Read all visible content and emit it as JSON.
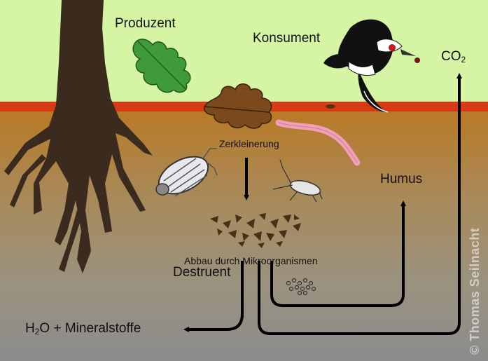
{
  "labels": {
    "produzent": "Produzent",
    "konsument": "Konsument",
    "co2_main": "CO",
    "co2_sub": "2",
    "zerkleinerung": "Zerkleinerung",
    "humus": "Humus",
    "abbau": "Abbau durch Mikroorganismen",
    "destruent": "Destruent",
    "water_h": "H",
    "water_sub": "2",
    "water_rest": "O + Mineralstoffe"
  },
  "credit": "© Thomas Seilnacht",
  "colors": {
    "sky": "#d5f5a4",
    "soil_band": "#d83a18",
    "soil_top": "#b97c2b",
    "soil_bottom": "#8a8a8a",
    "arrow": "#000000",
    "leaf_green": "#3f9a3a",
    "leaf_brown": "#7a4a1e",
    "worm": "#f2a0b8"
  },
  "icons": [
    "tree-root-icon",
    "green-oak-leaf-icon",
    "brown-oak-leaf-icon",
    "woodpecker-icon",
    "earthworm-icon",
    "woodlouse-icon",
    "springtail-icon",
    "detritus-icon",
    "microorganism-icon"
  ]
}
